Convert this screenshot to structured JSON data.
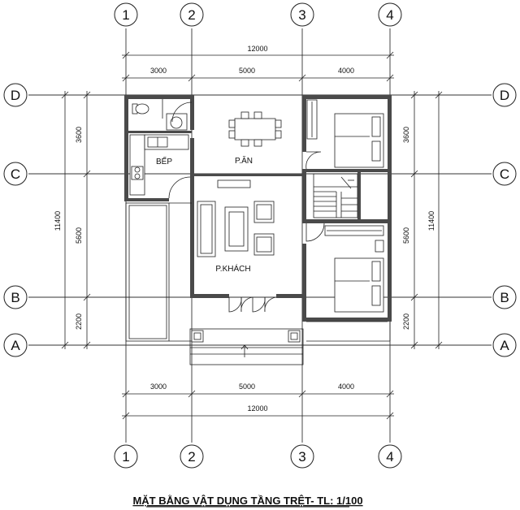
{
  "grid": {
    "columns": [
      "1",
      "2",
      "3",
      "4"
    ],
    "rows": [
      "D",
      "C",
      "B",
      "A"
    ]
  },
  "dimensions": {
    "top_total": "12000",
    "top_spans": [
      "3000",
      "5000",
      "4000"
    ],
    "bottom_total": "12000",
    "bottom_spans": [
      "3000",
      "5000",
      "4000"
    ],
    "left_total": "11400",
    "left_spans": [
      "3600",
      "5600",
      "2200"
    ],
    "right_total": "11400",
    "right_spans": [
      "3600",
      "5600",
      "2200"
    ]
  },
  "rooms": {
    "kitchen": "BẾP",
    "dining": "P.ĂN",
    "living": "P.KHÁCH"
  },
  "title": "MẶT BẰNG VẬT DỤNG TẦNG TRỆT- TL: 1/100"
}
